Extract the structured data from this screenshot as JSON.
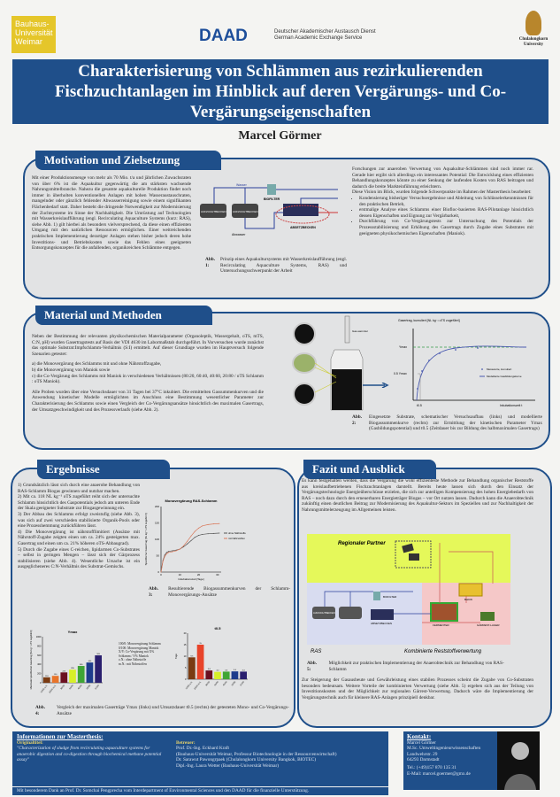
{
  "logos": {
    "bauhaus": "Bauhaus-Universität Weimar",
    "daad": "DAAD",
    "daad_line1": "Deutscher Akademischer Austausch Dienst",
    "daad_line2": "German Academic Exchange Service",
    "chula": "Chulalongkorn University"
  },
  "title": "Charakterisierung von Schlämmen aus rezirkulierenden Fischzuchtanlagen im Hinblick auf deren Vergärungs- und Co-Vergärungseigenschaften",
  "author": "Marcel Görmer",
  "motivation": {
    "heading": "Motivation und Zielsetzung",
    "text_left": "Mit einer Produktionsmenge von mehr als 70 Mio. t/a und jährlichen Zuwachsraten von über 6% ist die Aquakultur gegenwärtig die am stärksten wachsende Nahrungsmittelbranche. Nahezu die gesamte aquakulturelle Produktion findet noch immer in überholten konventionellen Anlagen mit hohen Wasseraustauschraten, mangelnder oder gänzlich fehlender Abwasserreinigung sowie einem signifikanten Flächenbedarf statt. Daher besteht die dringende Notwendigkeit zur Modernisierung der Zuchtsysteme im Sinne der Nachhaltigkeit. Die Umrüstung auf Technologien mit Wasserkreislaufführung (engl. Recirculating Aquaculture Systems (kurz: RAS), siehe Abb. 1) gilt hierbei als besonders vielversprechend, da diese einen effizienten Umgang mit den natürlichen Ressourcen ermöglichen. Einer weitreichenden praktischen Implementierung derartiger Anlagen stehen bisher jedoch deren hohe Investitions- und Betriebskosten sowie das Fehlen eines geeigneten Entsorgungskonzeptes für die anfallenden, organikreichen Schlämme entgegen.",
    "fig_labels": {
      "tank1": "AUFZUCHTBECKEN",
      "tank2": "AUFZUCHTBECKEN",
      "biofilter": "BIOFILTER",
      "settler": "ABSETZBECKEN",
      "water": "Wasser",
      "return": "Abwasser"
    },
    "fig_caption_label": "Abb. 1:",
    "fig_caption": "Prinzip eines Aquakultursystems mit Wasserkreislaufführung (engl. Recirculating Aquaculture Systems, RAS) und Untersuchungsschwerpunkt der Arbeit",
    "text_right": "Forschungen zur anaeroben Verwertung von Aquakultur-Schlämmen sind noch immer rar. Gerade hier ergibt sich allerdings ein interessantes Potential: Die Entwicklung eines effizienten Behandlungskonzeptes könnte zu einer Senkung der laufenden Kosten von RAS beitragen und dadurch die breite Markteinführung erleichtern.",
    "text_right2": "Diese Vision im Blick, wurden folgende Schwerpunkte im Rahmen der Masterthesis bearbeitet:",
    "bullets": [
      "Kondensierung bisheriger Versuchsergebnisse und Ableitung von Schlüsselerkenntnissen für den praktischen Betrieb,",
      "erstmalige Analyse eines Schlamms einer Biofloc-basierten RAS-Pilotanlage hinsichtlich dessen Eigenschaften und Eignung zur Vergärbarkeit,",
      "Durchführung von Co-Vergärungstests zur Untersuchung des Potentials der Prozessstabilisierung und Erhöhung des Gasertrags durch Zugabe eines Substrates mit geeigneten physikochemischen Eigenschaften (Maniok)."
    ]
  },
  "methods": {
    "heading": "Material und Methoden",
    "intro": "Neben der Bestimmung der relevanten physikochemischen Materialparameter (Organoleptik, Wassergehalt, oTS, mTS, C:N, pH) wurden Gasertragstests auf Basis der VDI 4630 im Labormaßstab durchgeführt. In Vorversuchen wurde zunächst das optimale Substrat:Impfschlamm-Verhältnis (S:I) ermittelt. Auf dieser Grundlage wurden im Hauptversuch folgende Szenarien getestet:",
    "list": [
      "a)  die Monovergärung des Schlamms mit und ohne Nährstoffzugabe,",
      "b)  die Monovergärung von Maniok sowie",
      "c)  die Co-Vergärung des Schlamms mit Maniok in verschiedenen Verhältnissen (80:20, 60:40, 40:60, 20:80 / oTS Schlamm : oTS Maniok)."
    ],
    "outro": "Alle Proben wurden über eine Versuchsdauer von 31 Tagen bei 37°C inkubiert. Die ermittelten Gassummenkurven und die Anwendung kinetischer Modelle ermöglichten im Anschluss eine Bestimmung wesentlicher Parameter zur Charakterisierung des Schlamms sowie einen Vergleich der Co-Vergärungsansätze hinsichtlich des maximalen Gasertrags, der Umsatzgeschwindigkeit und des Prozessverlaufs (siehe Abb. 2).",
    "fig_ylabel": "Gasertrag, kumuliert [NL kg⁻¹ oTS zugeführt]",
    "fig_xlabel": "Inkubationszeit t",
    "fig_ymax": "Ymax",
    "fig_half": "0.5 Ymax",
    "fig_t05": "t0.5",
    "legend_points": "Messwerte, kumuliert",
    "legend_line": "Modellierte Gasbildungskurve",
    "syringe": "Gas-sammler",
    "fig_caption_label": "Abb. 2:",
    "fig_caption": "Eingesetzte Substrate, schematischer Versuchsaufbau (links) und modellierte Biogassummenkurve (rechts) zur Ermittlung der kinetischen Parameter Ymax (Gasbildungspotential) und t0.5 (Zeitdauer bis zur Bildung des halbmaximalen Gasertrags)"
  },
  "results": {
    "heading": "Ergebnisse",
    "items": [
      "1) Grundsätzlich lässt sich durch eine anaerobe Behandlung von RAS-Schlamm Biogas gewinnen und nutzbar machen.",
      "2) Mit ca. 118 NL kg⁻¹ oTS zugeführt reiht sich der untersuchte Schlamm hinsichtlich des Gaspotentials jedoch am unteren Ende der Skala geeigneter Substrate zur Biogasgewinnung ein.",
      "3) Der Abbau des Schlamms erfolgt zweistufig (siehe Abb. 3), was sich auf zwei verschieden stabilisierte Organik-Pools oder eine Prozesshemmung zurückführen lässt.",
      "4) Die Monovergärung ist nährstofflimitiert (Ansätze mit Nährstoff-Zugabe zeigten einen um ca. 24% gesteigerten max. Gasertrag und einen um ca. 21% höheren oTS-Abbaugrad).",
      "5) Durch die Zugabe eines C-reichen, lipidarmen Co-Substrates – selbst in geringen Mengen – lässt sich der Gärprozess stabilisieren (siehe Abb. 4). Wesentliche Ursache ist ein ausgeglicheneres C:N-Verhältnis des Substrat-Gemischs."
    ],
    "abb3_caption_label": "Abb. 3:",
    "abb3_caption": "Resultierende Biogassummenkurven der Schlamm-Monovergärungs-Ansätze",
    "abb4_caption_label": "Abb. 4:",
    "abb4_caption": "Vergleich der maximalen Gaserträge Ymax (links) und Umsatzdauer t0.5 (rechts) der getesteten Mono- und Co-Vergärungs-Ansätze",
    "abb4_legend": [
      "100/0: Monovergärung Schlamm",
      "0/100: Monovergärung Maniok",
      "X/Y: Co-Vergärung mit X% Schlamm / Y% Maniok",
      "o.N.: ohne Nährstoffe",
      "m.N.: mit Nährstoffen"
    ]
  },
  "conclusion": {
    "heading": "Fazit und Ausblick",
    "text1": "Es kann festgehalten werden, dass die Vergärung die wohl effizienteste Methode zur Behandlung organischer Reststoffe aus kreislaufbetriebenen Fischzuchtanlagen darstellt. Bereits heute lassen sich durch den Einsatz der Vergärungstechnologie Energieüberschüsse erzielen, die sich zur anteiligen Kompensierung des hohen Energiebedarfs von RAS – noch dazu durch den erneuerbaren Energieträger Biogas – vor Ort nutzen lassen. Dadurch kann die Anaerobtechnik zukünftig einen deutlichen Beitrag zur Modernisierung des Aquakultur-Sektors im Speziellen und zur Nachhaltigkeit der Nahrungsmittelerzeugung im Allgemeinen leisten.",
    "fig_partner": "Regionaler Partner",
    "fig_ras": "RAS",
    "fig_combined": "Kombinierte Reststoffverwertung",
    "fig_labels": {
      "fermenter": "FERMENTER",
      "bhkw": "BHKW",
      "storage": "GÄRREST-LAGER",
      "biofilter": "BIOFILTER",
      "settler": "ABSETZBECKEN",
      "tank": "AUFZUCHTBECKEN"
    },
    "fig_caption_label": "Abb. 5:",
    "fig_caption": "Möglichkeit zur praktischen Implementierung der Anaerobtechnik zur Behandlung von RAS-Schlamm",
    "text2": "Zur Steigerung der Gasausbeute und Gewährleistung eines stabilen Prozesses scheint die Zugabe von Co-Substraten besonders bedeutsam. Weitere Vorteile der kombinierten Verwertung (siehe Abb. 5) ergeben sich aus der Teilung von Investitionskosten und der Möglichkeit zur regionalen Gärrest-Verwertung. Dadurch wäre die Implementierung der Vergärungstechnik auch für kleinere RAS-Anlagen prinzipiell denkbar."
  },
  "footer": {
    "info_heading": "Informationen zur Masterthesis:",
    "orig_label": "Originaltitel:",
    "orig_title": "\"Characterization of sludge from recirculating aquaculture systems for anaerobic digestion and co-digestion through biochemical methane potential assay\"",
    "supervisors_label": "Betreuer:",
    "supervisors": [
      "Prof. Dr.-Ing. Eckhard Kraft",
      "(Bauhaus-Universität Weimar, Professur Biotechnologie in der Ressourcenwirtschaft)",
      "Dr. Sarawut Pawongrpaek (Chulalongkorn University Bangkok, BIOTEC)",
      "Dipl.-Ing. Laura Wetter (Bauhaus-Universität Weimar)"
    ],
    "thanks": "Mit besonderem Dank an Prof. Dr. Somchai Pengprecha vom Interdepartment of Environmental Sciences und den DAAD für die finanzielle Unterstützung.",
    "contact_heading": "Kontakt:",
    "contact": [
      "Marcel Görmer",
      "M.Sc. Umweltingenieurwissenschaften",
      "Landwehrstr. 29",
      "64293 Darmstadt",
      "Tel.: (+49)157 870 135 31",
      "E-Mail: marcel.goermer@gmx.de"
    ]
  },
  "chart_data": [
    {
      "type": "line",
      "title": "Monovergärung RAS-Schlamm",
      "xlabel": "Inkubationszeit [Tage]",
      "ylabel": "Spezifischer Gasertrag [NL kg⁻¹ oTS zugeführt]",
      "xlim": [
        0,
        32
      ],
      "ylim": [
        0,
        200
      ],
      "xticks": [
        0,
        10,
        20,
        30
      ],
      "yticks": [
        0,
        50,
        100,
        150,
        200
      ],
      "legend": "right",
      "series": [
        {
          "name": "ohne Nährstoffe",
          "color": "#555555",
          "x": [
            0,
            1,
            2,
            3,
            4,
            6,
            8,
            10,
            12,
            14,
            16,
            18,
            20,
            22,
            25,
            28,
            31
          ],
          "y": [
            0,
            35,
            52,
            60,
            63,
            65,
            67,
            70,
            77,
            86,
            96,
            106,
            112,
            115,
            117,
            118,
            119
          ]
        },
        {
          "name": "mit Nährstoffen",
          "color": "#d9785a",
          "x": [
            0,
            1,
            2,
            3,
            4,
            6,
            8,
            10,
            12,
            14,
            16,
            18,
            20,
            22,
            25,
            28,
            31
          ],
          "y": [
            0,
            32,
            48,
            56,
            60,
            62,
            65,
            70,
            80,
            94,
            110,
            124,
            134,
            141,
            145,
            147,
            148
          ]
        }
      ]
    },
    {
      "type": "bar",
      "title": "Ymax",
      "ylabel": "Maximaler spezifischer Gasertrag [NL kg⁻¹ oTS zugeführt]",
      "ylim": [
        0,
        1000
      ],
      "yticks": [
        0,
        200,
        400,
        600,
        800,
        1000
      ],
      "categories": [
        "100/0 o.N.",
        "100/0 m.N.",
        "80/20",
        "60/40",
        "40/60",
        "20/80",
        "0/100"
      ],
      "values": [
        118,
        150,
        225,
        285,
        365,
        440,
        595
      ],
      "colors": [
        "#7a3b12",
        "#e8742a",
        "#6b1020",
        "#d7ef2a",
        "#3fa535",
        "#1e3c8c",
        "#2a1f6e"
      ]
    },
    {
      "type": "bar",
      "title": "t0.5",
      "ylabel": "Tage",
      "ylim": [
        0,
        20
      ],
      "yticks": [
        0,
        5,
        10,
        15,
        20
      ],
      "categories": [
        "100/0 o.N.",
        "100/0 m.N.",
        "80/20",
        "60/40",
        "40/60",
        "20/80",
        "0/100"
      ],
      "values": [
        9.5,
        15,
        3.8,
        3.2,
        3.3,
        3.4,
        3.3
      ],
      "colors": [
        "#7a3b12",
        "#e8442a",
        "#6b1020",
        "#d7ef2a",
        "#3fa535",
        "#1e3c8c",
        "#2a1f6e"
      ]
    }
  ]
}
